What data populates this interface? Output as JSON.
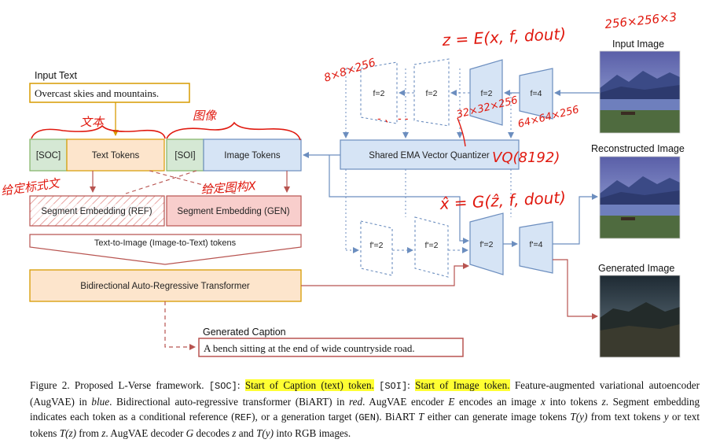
{
  "colors": {
    "blue_fill": "#d6e4f5",
    "blue_stroke": "#6c8ebf",
    "orange_fill": "#fde5cc",
    "orange_stroke": "#d79b00",
    "green_fill": "#d5e8d4",
    "green_stroke": "#82b366",
    "red_fill": "#f8cecc",
    "red_stroke": "#b85450",
    "ink": "#e0190f",
    "highlight": "#ffff33"
  },
  "labels": {
    "input_text": "Input Text",
    "input_text_value": "Overcast skies and mountains.",
    "soc": "[SOC]",
    "text_tokens": "Text Tokens",
    "soi": "[SOI]",
    "image_tokens": "Image Tokens",
    "seg_ref": "Segment Embedding (REF)",
    "seg_gen": "Segment Embedding (GEN)",
    "t2i": "Text-to-Image (Image-to-Text) tokens",
    "biart": "Bidirectional Auto-Regressive Transformer",
    "gen_caption": "Generated Caption",
    "gen_caption_value": "A bench sitting at the end of wide countryside road.",
    "quantizer": "Shared EMA Vector Quantizer",
    "input_image": "Input Image",
    "recon_image": "Reconstructed Image",
    "generated_image": "Generated Image",
    "enc_f2": "f=2",
    "enc_f4": "f=4",
    "dec_f2": "f'=2",
    "dec_f4": "f'=4"
  },
  "annotations": {
    "dim_input": "256×256×3",
    "enc_eq": "z = E(x, f, dout)",
    "dim_8": "8×8×256",
    "dim_32": "32×32×256",
    "dim_64": "64×64×256",
    "vq": "VQ(8192)",
    "dec_eq": "x̂ = G(ẑ, f, dout)",
    "wenben": "文本",
    "tuxiang": "图像",
    "given_text": "给定标式文",
    "given_img": "给定图构X",
    "dash_dots": "- 、 - -"
  },
  "caption": {
    "p1": "Figure 2. Proposed L-Verse framework.",
    "soc": "[SOC]",
    "colon": ":",
    "soc_desc": "Start of Caption (text) token.",
    "soi": "[SOI]",
    "soi_desc": "Start of Image token.",
    "p2": "Feature-augmented variational autoencoder (AugVAE) in",
    "blue": "blue",
    "p3": ". Bidirectional auto-regressive transformer (BiART) in",
    "red": "red",
    "p4": ". AugVAE encoder",
    "E": "E",
    "p5": "encodes an image",
    "x": "x",
    "p6": "into tokens",
    "z": "z",
    "p7": ". Segment embedding indicates each token as a conditional reference (",
    "ref": "REF",
    "p8": "), or a generation target (",
    "gen": "GEN",
    "p9": "). BiART",
    "T": "T",
    "p10": "either can generate image tokens",
    "Ty": "T(y)",
    "p11": "from text tokens",
    "y": "y",
    "p12": "or text tokens",
    "Tz": "T(z)",
    "p13": "from",
    "z2": "z",
    "p14": ". AugVAE decoder",
    "G": "G",
    "p15": "decodes",
    "z3": "z",
    "p16": "and",
    "Ty2": "T(y)",
    "p17": "into RGB images."
  }
}
